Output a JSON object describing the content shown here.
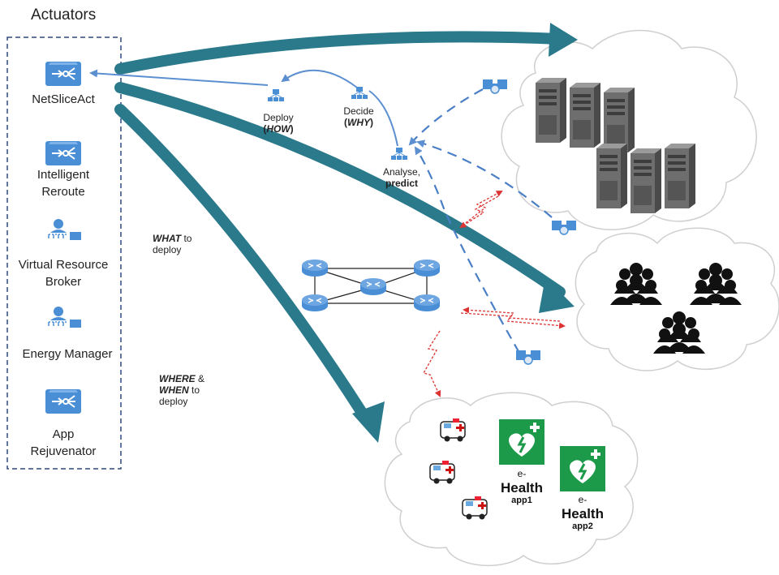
{
  "title": "Actuators",
  "actuators": [
    {
      "lines": [
        "NetSliceAct"
      ],
      "icon": "router-icon"
    },
    {
      "lines": [
        "Intelligent",
        "Reroute"
      ],
      "icon": "router-icon"
    },
    {
      "lines": [
        "Virtual Resource",
        "Broker"
      ],
      "icon": "broker-icon"
    },
    {
      "lines": [
        "Energy Manager"
      ],
      "icon": "broker-icon"
    },
    {
      "lines": [
        "App",
        "Rejuvenator"
      ],
      "icon": "router-icon"
    }
  ],
  "control_loop": {
    "deploy": {
      "line1": "Deploy",
      "open": "(",
      "em": "HOW",
      "close": ")"
    },
    "decide": {
      "line1": "Decide",
      "open": "(",
      "em": "WHY",
      "close": ")"
    },
    "analyse": {
      "line1": "Analyse,",
      "line2": "predict"
    }
  },
  "flows": {
    "what": {
      "em": "WHAT",
      "rest": " to",
      "line2": "deploy"
    },
    "where": {
      "em1": "WHERE",
      "amp": " &",
      "em2": "WHEN",
      "rest": " to",
      "line3": "deploy"
    }
  },
  "ehealth": [
    {
      "top": "e-",
      "main": "Health",
      "sub": "app1"
    },
    {
      "top": "e-",
      "main": "Health",
      "sub": "app2"
    }
  ],
  "colors": {
    "teal_arrow": "#2a7a8c",
    "blue_loop": "#5b8fd0",
    "icon_blue": "#4a8fd6",
    "red_dashed": "#d33",
    "green_sign": "#1c9a4a",
    "server_gray": "#6a6a6a"
  }
}
